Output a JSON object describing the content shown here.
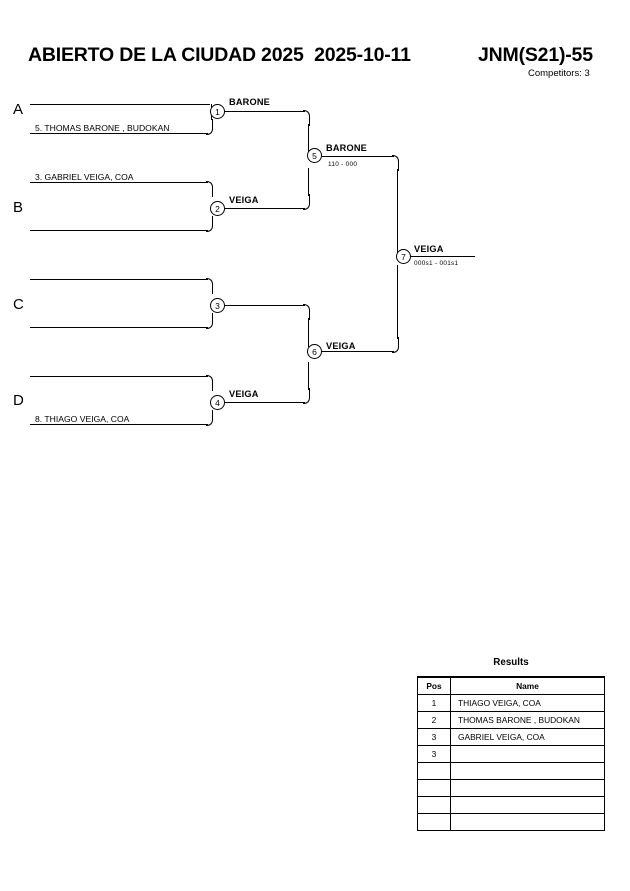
{
  "header": {
    "tournament": "ABIERTO DE LA CIUDAD 2025",
    "date": "2025-10-11",
    "category": "JNM(S21)-55",
    "competitors_label": "Competitors: 3"
  },
  "bracket": {
    "groups": [
      {
        "label": "A"
      },
      {
        "label": "B"
      },
      {
        "label": "C"
      },
      {
        "label": "D"
      }
    ],
    "entrants": [
      {
        "slot": "A2",
        "text": "5. THOMAS BARONE , BUDOKAN"
      },
      {
        "slot": "B1",
        "text": "3. GABRIEL VEIGA, COA"
      },
      {
        "slot": "D2",
        "text": "8. THIAGO VEIGA, COA"
      }
    ],
    "matches": [
      {
        "number": "1",
        "winner": "BARONE",
        "score": ""
      },
      {
        "number": "2",
        "winner": "VEIGA",
        "score": ""
      },
      {
        "number": "3",
        "winner": "",
        "score": ""
      },
      {
        "number": "4",
        "winner": "VEIGA",
        "score": ""
      },
      {
        "number": "5",
        "winner": "BARONE",
        "score": "110 - 000"
      },
      {
        "number": "6",
        "winner": "VEIGA",
        "score": ""
      },
      {
        "number": "7",
        "winner": "VEIGA",
        "score": "000s1 - 001s1"
      }
    ]
  },
  "results": {
    "title": "Results",
    "columns": [
      "Pos",
      "Name"
    ],
    "rows": [
      {
        "pos": "1",
        "name": "THIAGO VEIGA, COA"
      },
      {
        "pos": "2",
        "name": "THOMAS BARONE , BUDOKAN"
      },
      {
        "pos": "3",
        "name": "GABRIEL VEIGA, COA"
      },
      {
        "pos": "3",
        "name": ""
      },
      {
        "pos": "",
        "name": ""
      },
      {
        "pos": "",
        "name": ""
      },
      {
        "pos": "",
        "name": ""
      },
      {
        "pos": "",
        "name": ""
      }
    ]
  }
}
